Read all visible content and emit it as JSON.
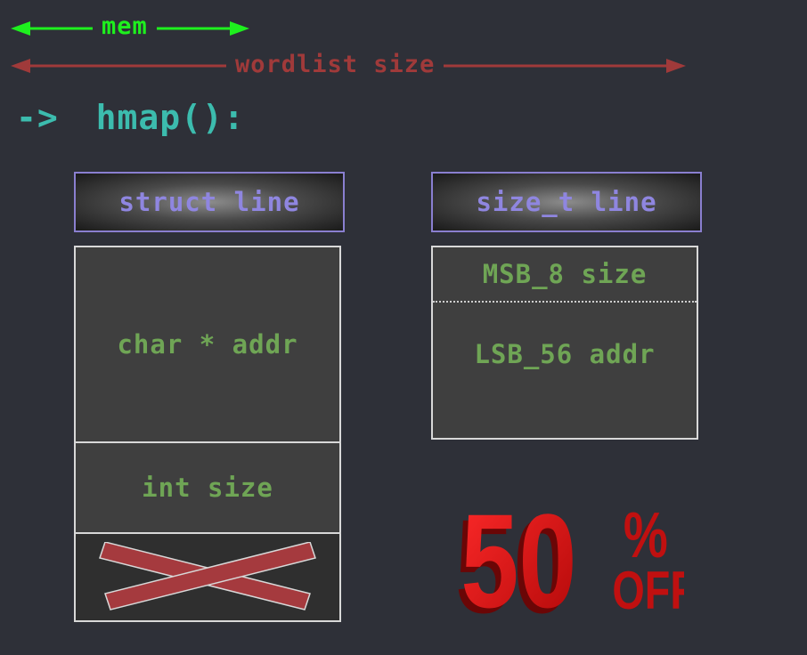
{
  "arrows": {
    "mem": {
      "label": "mem",
      "color": "#1ef01e"
    },
    "wordlist": {
      "label": "wordlist size",
      "color": "#a03a3a"
    }
  },
  "title": {
    "arrow": "->",
    "text": "hmap():"
  },
  "struct_line": {
    "header": "struct line",
    "fields": [
      "char * addr",
      "int size"
    ],
    "removed_field_icon": "x-mark-icon"
  },
  "size_t_line": {
    "header": "size_t line",
    "fields": [
      "MSB_8 size",
      "LSB_56 addr"
    ]
  },
  "sale_badge": {
    "number": "50",
    "percent": "%",
    "suffix": "OFF",
    "color": "#d01010"
  },
  "colors": {
    "background": "#2e3038",
    "header_text": "#8f86e0",
    "field_text": "#6fa555",
    "title_text": "#3cbcae"
  }
}
